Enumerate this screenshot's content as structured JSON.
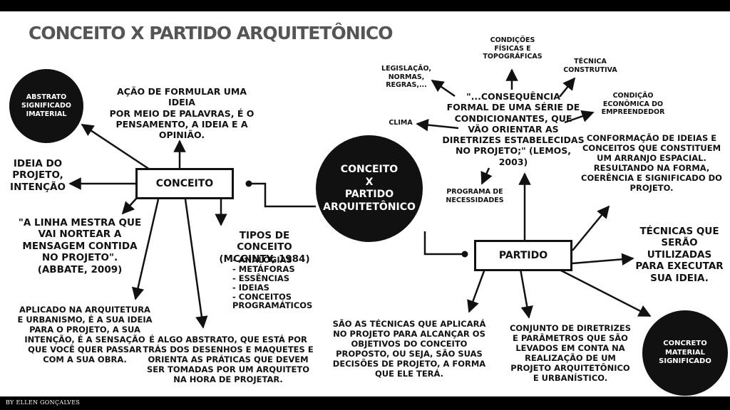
{
  "title": "CONCEITO X PARTIDO ARQUITETÔNICO",
  "credit": "BY ELLEN GONÇALVES",
  "center": "CONCEITO\nX\nPARTIDO\nARQUITETÔNICO",
  "conceito": {
    "label": "CONCEITO",
    "abstrato": "ABSTRATO\nSIGNIFICADO\nIMATERIAL",
    "acao": "AÇÃO DE FORMULAR UMA IDEIA\nPOR MEIO DE PALAVRAS, É O\nPENSAMENTO, A IDEIA E A\nOPINIÃO.",
    "ideia": "IDEIA DO\nPROJETO,\nINTENÇÃO",
    "linha_mestra": "\"A LINHA MESTRA QUE\nVAI NORTEAR A\nMENSAGEM CONTIDA\nNO PROJETO\".\n(ABBATE, 2009)",
    "aplicado": "APLICADO NA ARQUITETURA\nE URBANISMO, É A SUA IDEIA\nPARA O PROJETO, A SUA\nINTENÇÃO, É A SENSAÇÃO\nQUE VOCÊ QUER PASSAR\nCOM A SUA OBRA.",
    "abstrato_desc": "É ALGO ABSTRATO, QUE ESTÁ POR\nTRÁS DOS DESENHOS E MAQUETES E\nORIENTA AS PRÁTICAS QUE DEVEM\nSER TOMADAS POR UM ARQUITETO\nNA HORA DE PROJETAR.",
    "tipos_title": "TIPOS DE CONCEITO\n(MCGINTY, 1984)",
    "tipos": [
      "- ANALOGIAS",
      "- METÁFORAS",
      "- ESSÊNCIAS",
      "- IDEIAS",
      "- CONCEITOS\n  PROGRAMÁTICOS"
    ]
  },
  "partido": {
    "label": "PARTIDO",
    "quote": "\"...CONSEQUÊNCIA\nFORMAL DE UMA SÉRIE DE\nCONDICIONANTES, QUE\nVÃO ORIENTAR AS\nDIRETRIZES ESTABELECIDAS\nNO PROJETO;\" (LEMOS,\n2003)",
    "legislacao": "LEGISLAÇÃO,\nNORMAS,\nREGRAS,...",
    "condicoes": "CONDIÇÕES\nFÍSICAS E\nTOPOGRÁFICAS",
    "tecnica": "TÉCNICA\nCONSTRUTIVA",
    "condicao_economica": "CONDIÇÃO\nECONÔMICA DO\nEMPREENDEDOR",
    "clima": "CLIMA",
    "programa": "PROGRAMA DE\nNECESSIDADES",
    "conformacao": "CONFORMAÇÃO DE IDEIAS E\nCONCEITOS QUE CONSTITUEM\nUM ARRANJO ESPACIAL.\nRESULTANDO NA FORMA,\nCOERÊNCIA E SIGNIFICADO DO\nPROJETO.",
    "tecnicas": "TÉCNICAS QUE\nSERÃO\nUTILIZADAS\nPARA EXECUTAR\nSUA IDEIA.",
    "concreto": "CONCRETO\nMATERIAL\nSIGNIFICADO",
    "sao_as_tecnicas": "SÃO AS TÉCNICAS QUE APLICARÁ\nNO PROJETO PARA ALCANÇAR OS\nOBJETIVOS DO CONCEITO\nPROPOSTO, OU SEJA, SÃO SUAS\nDECISÕES DE PROJETO, A FORMA\nQUE ELE TERÁ.",
    "conjunto": "CONJUNTO DE DIRETRIZES\nE PARÂMETROS QUE SÃO\nLEVADOS EM CONTA NA\nREALIZAÇÃO DE UM\nPROJETO ARQUITETÔNICO\nE URBANÍSTICO."
  }
}
